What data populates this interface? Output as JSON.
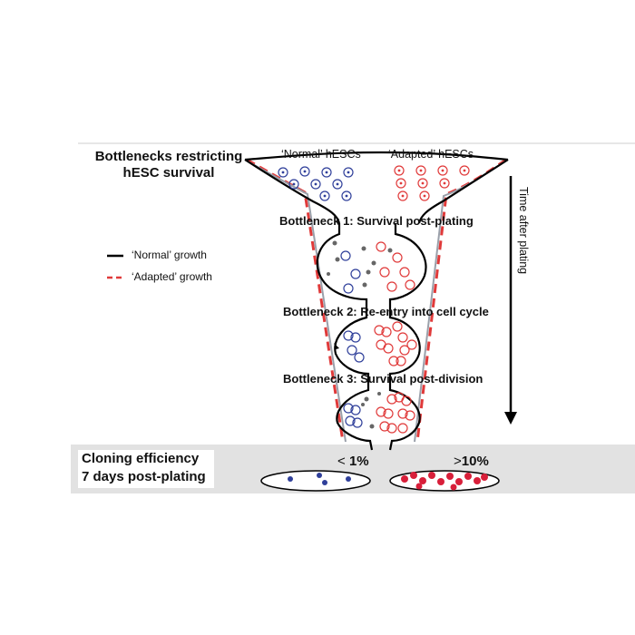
{
  "title_lines": [
    "Bottlenecks restricting",
    "hESC survival"
  ],
  "populations": {
    "normal": "‘Normal’ hESCs",
    "adapted": "‘Adapted’ hESCs"
  },
  "legend": [
    {
      "label": "‘Normal’ growth",
      "style": "solid",
      "color": "#000000"
    },
    {
      "label": "‘Adapted’ growth",
      "style": "dashed",
      "color": "#e03a3a"
    }
  ],
  "bottlenecks": [
    "Bottleneck 1: Survival post-plating",
    "Bottleneck 2: Re-entry into cell cycle",
    "Bottleneck 3: Survival post-division"
  ],
  "time_axis_label": "Time after plating",
  "cloning": {
    "label_lines": [
      "Cloning efficiency",
      "7 days post-plating"
    ],
    "normal": {
      "symbol": "<",
      "value": "1%"
    },
    "adapted": {
      "symbol": ">",
      "value": "10%"
    }
  },
  "colors": {
    "normal_cell": "#2f3f9a",
    "adapted_cell": "#e03a3a",
    "band": "#e2e2e2",
    "debris": "#666666"
  }
}
